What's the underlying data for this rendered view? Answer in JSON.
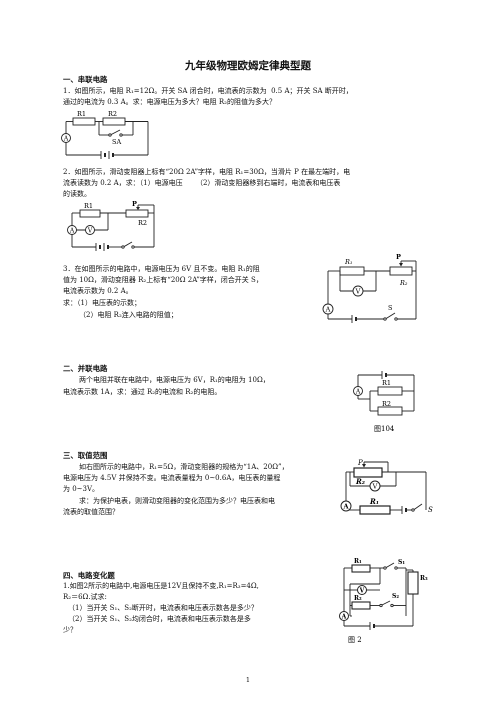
{
  "title": "九年级物理欧姆定律典型题",
  "sections": [
    {
      "heading": "一、串联电路"
    },
    {
      "heading": "二、并联电路"
    },
    {
      "heading": "三、取值范围"
    },
    {
      "heading": "四、电路变化题"
    }
  ],
  "s1": {
    "q1_l1": "1．如图所示，电阻 R₁=12Ω。开关 SA 闭合时，电流表的示数为  0.5 A；开关 SA 断开时，",
    "q1_l2": "通过的电流为 0.3 A。求：电源电压为多大？电阻 R₂的阻值为多大？",
    "fig1": {
      "r1": "R1",
      "r2": "R2",
      "sw": "SA",
      "ammeter": "A"
    },
    "q2_l1": "2．如图所示，滑动变阻器上标有“20Ω 2A”字样，电阻 R₁=30Ω，当滑片 P 在最左端时，电",
    "q2_l2": "流表读数为 0.2 A，求：（1）电源电压      （2）滑动变阻器移到右端时，电流表和电压表",
    "q2_l3": "的读数。",
    "fig2": {
      "r1": "R1",
      "p": "P",
      "r2": "R2",
      "ammeter": "A",
      "voltmeter": "V"
    },
    "q3_l1": "3．在如图所示的电路中，电源电压为 6V 且不变。电阻 R₁的阻",
    "q3_l2": "值为 10Ω，滑动变阻器 R₂上标有“20Ω 2A”字样，闭合开关 S，",
    "q3_l3": "电流表示数为 0.2 A。",
    "q3_l4": "求：（1）电压表的示数；",
    "q3_l5": "（2）电阻 R₂连入电路的阻值；",
    "fig3": {
      "r1": "R₁",
      "p": "P",
      "r2": "R₂",
      "voltmeter": "V",
      "sw": "S",
      "ammeter": "A"
    }
  },
  "s2": {
    "l1": "两个电阻并联在电路中，电源电压为 6V，R₁的电阻为 10Ω，",
    "l2": "电流表示数 1A，求：通过 R₂的电流和 R₂的电阻。",
    "fig": {
      "r1": "R1",
      "r2": "R2",
      "ammeter": "A",
      "caption": "图104"
    }
  },
  "s3": {
    "l1": "如右图所示的电路中，R₁=5Ω，滑动变阻器的规格为“1A、20Ω”，",
    "l2": "电源电压为 4.5V 并保持不变。电流表量程为 0~0.6A，电压表的量程",
    "l3": "为 0~3V。",
    "l4": "求：为保护电表，则滑动变阻器的变化范围为多少？电压表和电",
    "l5": "流表的取值范围？",
    "fig": {
      "p": "P",
      "r2": "R₂",
      "voltmeter": "V",
      "ammeter": "A",
      "r1": "R₁",
      "sw": "S"
    }
  },
  "s4": {
    "l1": "1.如图2所示的电路中,电源电压是12V且保持不变,R₁=R₃=4Ω,",
    "l2": "R₂＝6Ω.试求:",
    "l3": "（1）当开关 S₁、S₂断开时，电流表和电压表示数各是多少？",
    "l4": "（2）当开关 S₁、S₂均闭合时，电流表和电压表示数各是多",
    "l5": "少？",
    "fig": {
      "r1": "R₁",
      "s1": "S₁",
      "r3": "R₃",
      "voltmeter": "V",
      "r2": "R₂",
      "s2": "S₂",
      "ammeter": "A",
      "caption": "图 2"
    }
  },
  "page_number": "1"
}
